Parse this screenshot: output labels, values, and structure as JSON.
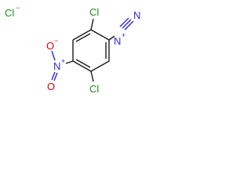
{
  "colors": {
    "bond": "#1a1a1a",
    "carbon_label": "#1a1a1a",
    "chlorine": "#1e8f1e",
    "nitrogen": "#2a2adc",
    "oxygen": "#e00000",
    "background": "#ffffff"
  },
  "counter_ion": {
    "symbol": "Cl",
    "charge": "−"
  },
  "atoms": {
    "cl_top": {
      "symbol": "Cl"
    },
    "cl_bottom": {
      "symbol": "Cl"
    },
    "diazonium_n1": {
      "symbol": "N",
      "charge": "+"
    },
    "diazonium_n2": {
      "symbol": "N"
    },
    "nitro_n": {
      "symbol": "N",
      "charge": "+"
    },
    "nitro_o_top": {
      "symbol": "O",
      "charge": "−"
    },
    "nitro_o_bottom": {
      "symbol": "O"
    }
  }
}
